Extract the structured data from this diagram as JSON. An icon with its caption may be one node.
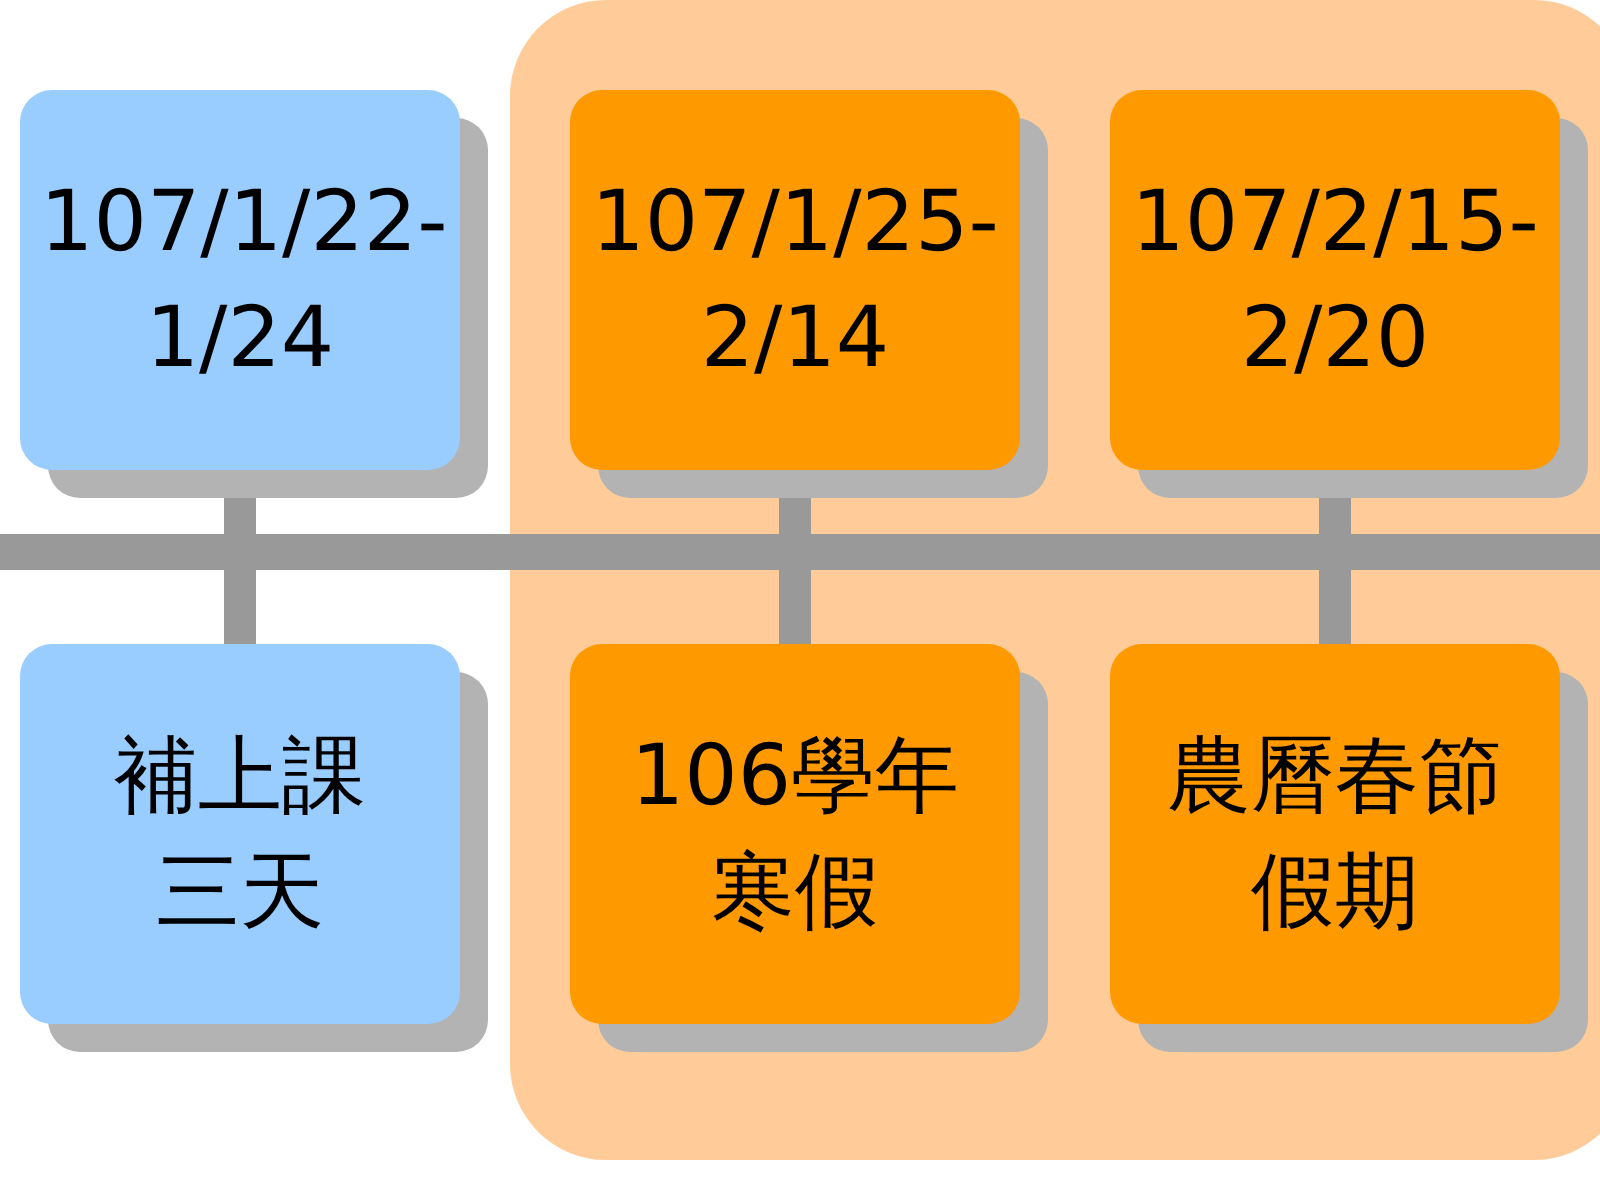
{
  "diagram": {
    "nodes": [
      {
        "text": [
          "107/1/22- 1/24"
        ]
      },
      {
        "text": [
          "補上課三天"
        ]
      },
      {
        "text": [],
        "shape": "box"
      },
      {
        "text": [
          "107/1/25- 2/14"
        ],
        "in": 2
      },
      {
        "text": [
          "106學年寒假"
        ],
        "in": 2
      },
      {
        "text": [
          "107/2/15- 2/20"
        ],
        "in": 2
      },
      {
        "text": [
          "農曆春節假期"
        ],
        "in": 2
      },
      {
        "text": [],
        "shape": "bar"
      }
    ],
    "edges": [
      {
        "from": 0,
        "to": 7,
        "arrow": "none"
      },
      {
        "from": 7,
        "to": 1,
        "arrow": "none"
      },
      {
        "from": 3,
        "to": 7,
        "arrow": "none"
      },
      {
        "from": 7,
        "to": 4,
        "arrow": "none"
      },
      {
        "from": 5,
        "to": 7,
        "arrow": "none"
      },
      {
        "from": 7,
        "to": 6,
        "arrow": "none"
      }
    ]
  }
}
